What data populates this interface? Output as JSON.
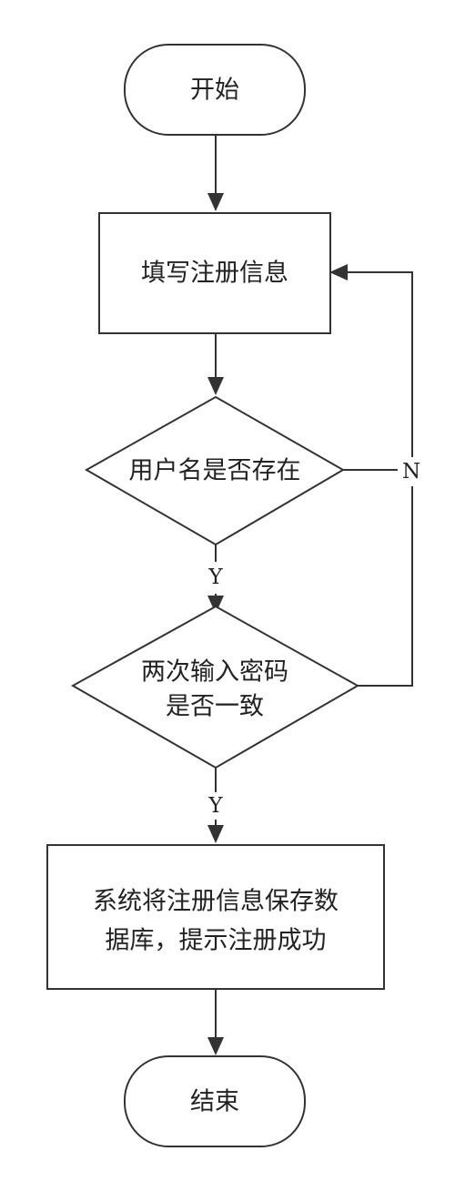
{
  "diagram": {
    "nodes": {
      "start": {
        "label": "开始"
      },
      "fill_info": {
        "label": "填写注册信息"
      },
      "check_username": {
        "label": "用户名是否存在"
      },
      "check_password": {
        "lines": [
          "两次输入密码",
          "是否一致"
        ]
      },
      "save": {
        "lines": [
          "系统将注册信息保存数",
          "据库，提示注册成功"
        ]
      },
      "end": {
        "label": "结束"
      }
    },
    "edges": {
      "username_to_password_label": "Y",
      "password_to_save_label": "Y",
      "loop_back_label": "N"
    }
  }
}
